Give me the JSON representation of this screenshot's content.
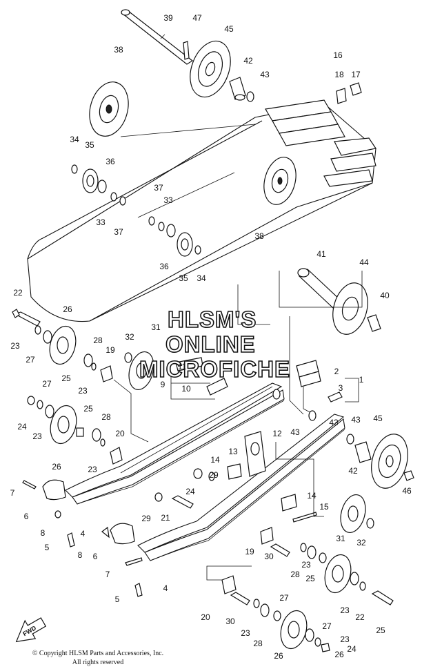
{
  "callouts": [
    "39",
    "47",
    "45",
    "42",
    "43",
    "16",
    "18",
    "17",
    "38",
    "34",
    "35",
    "36",
    "37",
    "33",
    "33",
    "37",
    "36",
    "35",
    "34",
    "38",
    "41",
    "44",
    "40",
    "22",
    "26",
    "23",
    "27",
    "25",
    "28",
    "19",
    "31",
    "32",
    "23",
    "11",
    "10",
    "9",
    "2",
    "3",
    "1",
    "27",
    "24",
    "23",
    "25",
    "26",
    "28",
    "20",
    "23",
    "12",
    "43",
    "43",
    "45",
    "43",
    "42",
    "46",
    "13",
    "14",
    "29",
    "24",
    "7",
    "6",
    "8",
    "29",
    "21",
    "4",
    "5",
    "8",
    "6",
    "14",
    "15",
    "19",
    "30",
    "23",
    "28",
    "25",
    "31",
    "32",
    "7",
    "5",
    "4",
    "20",
    "30",
    "23",
    "28",
    "26",
    "27",
    "23",
    "22",
    "25",
    "27",
    "23",
    "26",
    "24"
  ],
  "watermark": {
    "line1": "HLSM'S",
    "line2": "ONLINE",
    "line3": "MICROFICHE"
  },
  "fwd_label": "FWD",
  "copyright": {
    "line1": "© Copyright HLSM Parts and Accessories, Inc.",
    "line2": "All rights reserved"
  }
}
